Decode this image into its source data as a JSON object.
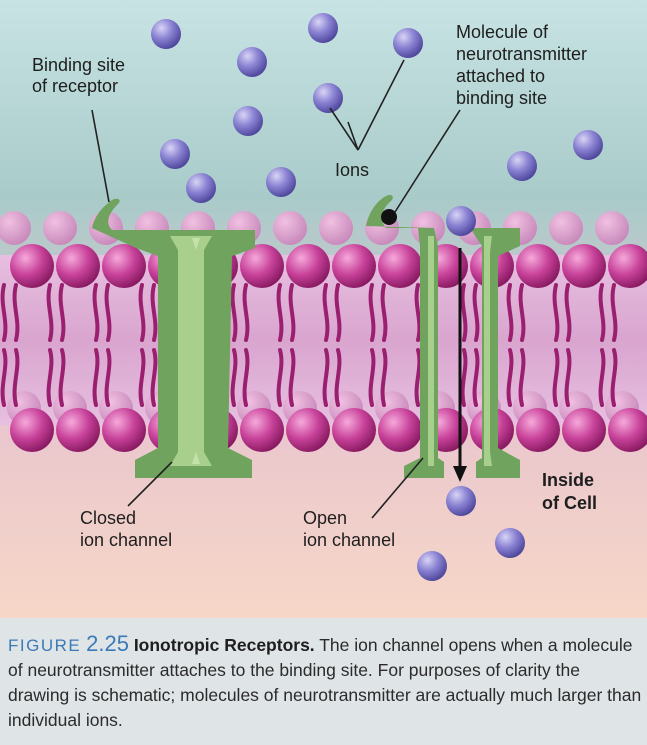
{
  "labels": {
    "binding_site": [
      "Binding site",
      "of receptor"
    ],
    "molecule": [
      "Molecule of",
      "neurotransmitter",
      "attached to",
      "binding site"
    ],
    "ions": "Ions",
    "closed_channel": [
      "Closed",
      "ion channel"
    ],
    "open_channel": [
      "Open",
      "ion channel"
    ],
    "inside_cell": [
      "Inside",
      "of Cell"
    ]
  },
  "caption": {
    "figure_word": "FIGURE",
    "figure_number": "2.25",
    "title": "Ionotropic Receptors.",
    "text": "The ion channel opens when a molecule of neurotransmitter attaches to the binding site. For purposes of clarity the drawing is schematic; molecules of neurotransmitter are actually much larger than individual ions."
  },
  "colors": {
    "outside": "#bcd8da",
    "inside": "#f3d1c0",
    "lipid_head": "#c0408f",
    "lipid_tail": "#9a1f6e",
    "membrane_core": "#e2b2d6",
    "channel_dark": "#6fa35e",
    "channel_light": "#a8cf8c",
    "ion": "#7a72c4",
    "caption_accent": "#3b7ab8"
  }
}
